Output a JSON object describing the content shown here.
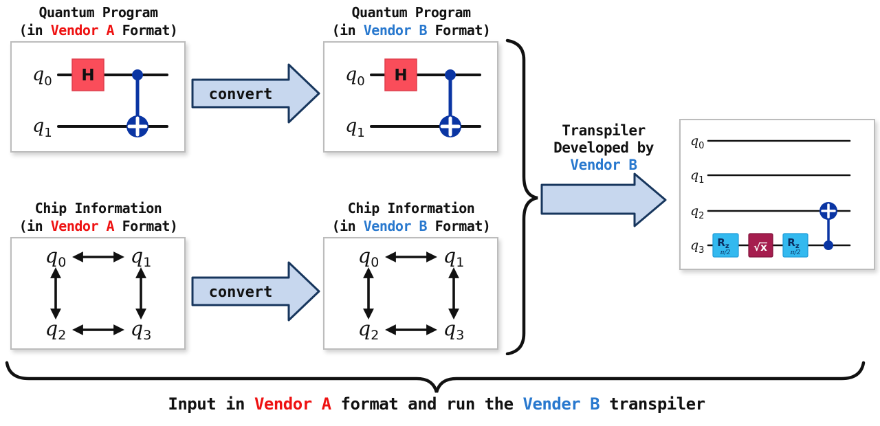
{
  "colors": {
    "vendor_a_red": "#ee1111",
    "vendor_b_blue": "#2878ce",
    "convert_arrow_fill": "#c7d7ee",
    "convert_arrow_border": "#17365d",
    "h_gate_red": "#fa4d5a",
    "cnot_navy": "#0a35a3",
    "rz_gate_cyan": "#33b9ef",
    "sx_gate_crimson": "#a51d4e",
    "wire_black": "#111111",
    "panel_border_gray": "#bcbcbc"
  },
  "panels": {
    "quantum_program_a": {
      "title": "Quantum Program",
      "subtitle_pre": "(in ",
      "vendor": "Vendor A",
      "subtitle_post": " Format)",
      "qubits": [
        {
          "base": "q",
          "sub": "0"
        },
        {
          "base": "q",
          "sub": "1"
        }
      ],
      "h_gate_label": "H"
    },
    "quantum_program_b": {
      "title": "Quantum Program",
      "subtitle_pre": "(in ",
      "vendor": "Vendor B",
      "subtitle_post": " Format)",
      "qubits": [
        {
          "base": "q",
          "sub": "0"
        },
        {
          "base": "q",
          "sub": "1"
        }
      ],
      "h_gate_label": "H"
    },
    "chip_info_a": {
      "title": "Chip Information",
      "subtitle_pre": "(in ",
      "vendor": "Vendor A",
      "subtitle_post": " Format)",
      "nodes": [
        {
          "base": "q",
          "sub": "0"
        },
        {
          "base": "q",
          "sub": "1"
        },
        {
          "base": "q",
          "sub": "2"
        },
        {
          "base": "q",
          "sub": "3"
        }
      ],
      "couplings": [
        "q0-q1",
        "q0-q2",
        "q1-q3",
        "q2-q3"
      ]
    },
    "chip_info_b": {
      "title": "Chip Information",
      "subtitle_pre": "(in ",
      "vendor": "Vendor B",
      "subtitle_post": " Format)",
      "nodes": [
        {
          "base": "q",
          "sub": "0"
        },
        {
          "base": "q",
          "sub": "1"
        },
        {
          "base": "q",
          "sub": "2"
        },
        {
          "base": "q",
          "sub": "3"
        }
      ],
      "couplings": [
        "q0-q1",
        "q0-q2",
        "q1-q3",
        "q2-q3"
      ]
    }
  },
  "arrows": {
    "convert_top": "convert",
    "convert_bottom": "convert"
  },
  "transpiler": {
    "line1": "Transpiler",
    "line2": "Developed by",
    "vendor": "Vendor B"
  },
  "output_circuit": {
    "qubits": [
      {
        "base": "q",
        "sub": "0"
      },
      {
        "base": "q",
        "sub": "1"
      },
      {
        "base": "q",
        "sub": "2"
      },
      {
        "base": "q",
        "sub": "3"
      }
    ],
    "gates_on_q3": [
      {
        "base": "R",
        "sub": "z",
        "param": "π/2"
      },
      {
        "label": "√x"
      },
      {
        "base": "R",
        "sub": "z",
        "param": "π/2"
      }
    ],
    "cnot": {
      "control": "q3",
      "target": "q2"
    }
  },
  "caption": {
    "segments": [
      {
        "text": "Input in "
      },
      {
        "text": "Vendor A"
      },
      {
        "text": " format and run the "
      },
      {
        "text": "Vender B"
      },
      {
        "text": " transpiler"
      }
    ]
  }
}
